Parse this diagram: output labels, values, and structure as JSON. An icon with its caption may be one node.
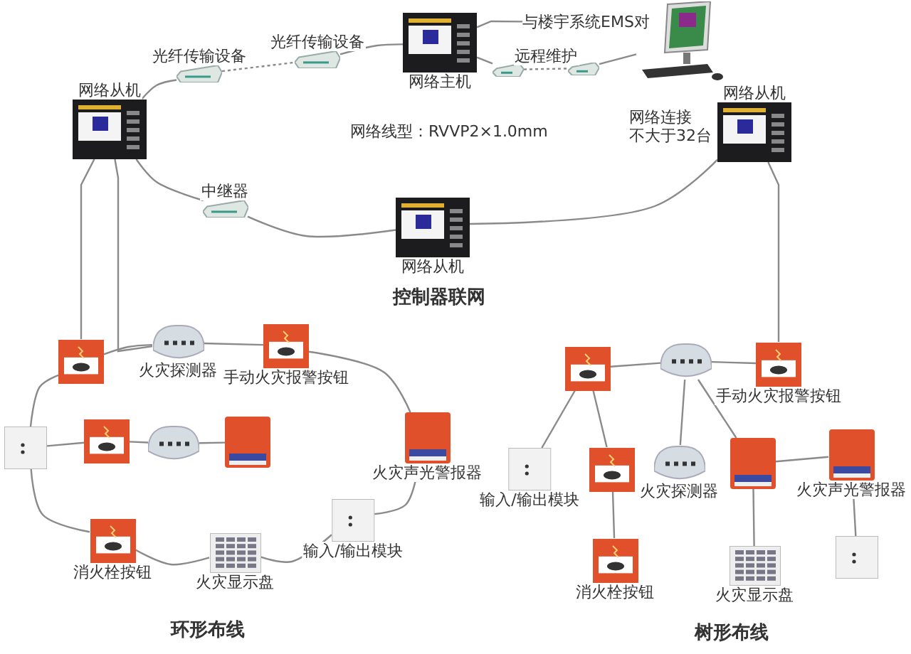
{
  "diagram": {
    "nodes": [
      {
        "text": [
          "网络从机"
        ]
      },
      {
        "text": [
          "光纤传输设备"
        ]
      },
      {
        "text": [
          "光纤传输设备"
        ]
      },
      {
        "text": [
          "网络主机"
        ]
      },
      {
        "text": [
          "与楼宇系统EMS对"
        ]
      },
      {
        "text": [],
        "shape": "picture"
      },
      {
        "text": [],
        "shape": "picture"
      },
      {
        "text": [],
        "shape": "picture"
      },
      {
        "text": [
          "网络从机"
        ],
        "beside": [
          "网络连接",
          "不大于32台"
        ]
      },
      {
        "text": [
          "中继器"
        ]
      },
      {
        "text": [
          "网络从机"
        ]
      },
      {
        "text": [],
        "shape": "picture"
      },
      {
        "text": [
          "火灾探测器"
        ]
      },
      {
        "text": [
          "手动火灾报警按钮"
        ]
      },
      {
        "text": [],
        "shape": "picture"
      },
      {
        "text": [],
        "shape": "picture"
      },
      {
        "text": [],
        "shape": "picture"
      },
      {
        "text": [],
        "shape": "picture"
      },
      {
        "text": [
          "火灾声光警报器"
        ]
      },
      {
        "text": [
          "消火栓按钮"
        ]
      },
      {
        "text": [
          "火灾显示盘"
        ]
      },
      {
        "text": [
          "输入/输出模块"
        ]
      },
      {
        "text": [],
        "shape": "picture"
      },
      {
        "text": [],
        "shape": "picture"
      },
      {
        "text": [
          "手动火灾报警按钮"
        ]
      },
      {
        "text": [
          "输入/输出模块"
        ]
      },
      {
        "text": [],
        "shape": "picture"
      },
      {
        "text": [
          "消火栓按钮"
        ]
      },
      {
        "text": [
          "火灾探测器"
        ]
      },
      {
        "text": [],
        "shape": "picture"
      },
      {
        "text": [
          "火灾声光警报器"
        ]
      },
      {
        "text": [
          "火灾显示盘"
        ]
      },
      {
        "text": [],
        "shape": "picture"
      }
    ],
    "edges": [
      {
        "from": 0,
        "to": 1,
        "arrow": "none"
      },
      {
        "from": 1,
        "to": 2,
        "arrow": "none",
        "style": "dashed"
      },
      {
        "from": 2,
        "to": 3,
        "arrow": "none"
      },
      {
        "from": 3,
        "to": 4,
        "arrow": "none"
      },
      {
        "from": 3,
        "to": 5,
        "arrow": "none"
      },
      {
        "from": 5,
        "to": 6,
        "arrow": "none",
        "style": "dashed",
        "label": "远程维护"
      },
      {
        "from": 6,
        "to": 7,
        "arrow": "none"
      },
      {
        "from": 0,
        "to": 9,
        "arrow": "none"
      },
      {
        "from": 9,
        "to": 10,
        "arrow": "none"
      },
      {
        "from": 10,
        "to": 8,
        "arrow": "none"
      },
      {
        "from": 0,
        "to": 11,
        "arrow": "none"
      },
      {
        "from": 0,
        "to": 12,
        "arrow": "none"
      },
      {
        "from": 11,
        "to": 12,
        "arrow": "none"
      },
      {
        "from": 12,
        "to": 13,
        "arrow": "none"
      },
      {
        "from": 13,
        "to": 18,
        "arrow": "none"
      },
      {
        "from": 18,
        "to": 21,
        "arrow": "none"
      },
      {
        "from": 21,
        "to": 20,
        "arrow": "none"
      },
      {
        "from": 20,
        "to": 19,
        "arrow": "none"
      },
      {
        "from": 19,
        "to": 14,
        "arrow": "none"
      },
      {
        "from": 14,
        "to": 11,
        "arrow": "none"
      },
      {
        "from": 14,
        "to": 15,
        "arrow": "none"
      },
      {
        "from": 15,
        "to": 16,
        "arrow": "none"
      },
      {
        "from": 16,
        "to": 17,
        "arrow": "none"
      },
      {
        "from": 8,
        "to": 24,
        "arrow": "none"
      },
      {
        "from": 22,
        "to": 23,
        "arrow": "none"
      },
      {
        "from": 23,
        "to": 24,
        "arrow": "none"
      },
      {
        "from": 22,
        "to": 25,
        "arrow": "none"
      },
      {
        "from": 22,
        "to": 26,
        "arrow": "none"
      },
      {
        "from": 26,
        "to": 27,
        "arrow": "none"
      },
      {
        "from": 23,
        "to": 28,
        "arrow": "none"
      },
      {
        "from": 23,
        "to": 29,
        "arrow": "none"
      },
      {
        "from": 29,
        "to": 30,
        "arrow": "none"
      },
      {
        "from": 29,
        "to": 31,
        "arrow": "none"
      },
      {
        "from": 30,
        "to": 32,
        "arrow": "none"
      }
    ],
    "labels": [
      "网络线型：RVVP2×1.0mm",
      "控制器联网",
      "环形布线",
      "树形布线"
    ]
  }
}
